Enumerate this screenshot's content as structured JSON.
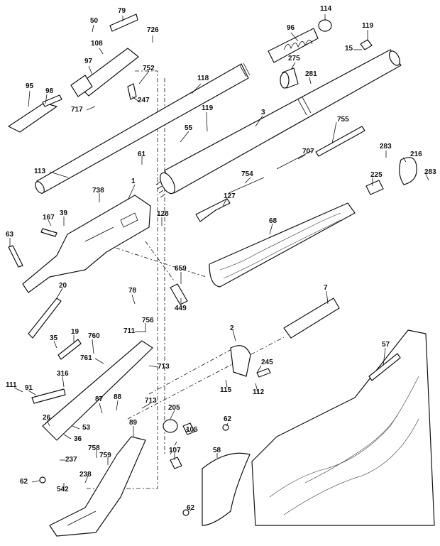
{
  "part_numbers": [
    "79",
    "50",
    "114",
    "726",
    "108",
    "96",
    "119",
    "97",
    "752",
    "15",
    "275",
    "95",
    "98",
    "118",
    "281",
    "717",
    "247",
    "119",
    "3",
    "755",
    "55",
    "707",
    "283",
    "216",
    "61",
    "113",
    "754",
    "225",
    "283",
    "1",
    "738",
    "127",
    "128",
    "167",
    "39",
    "68",
    "63",
    "659",
    "20",
    "449",
    "7",
    "78",
    "2",
    "711",
    "756",
    "19",
    "760",
    "35",
    "761",
    "57",
    "713",
    "316",
    "111",
    "91",
    "245",
    "115",
    "112",
    "87",
    "88",
    "713",
    "205",
    "26",
    "53",
    "89",
    "36",
    "105",
    "62",
    "758",
    "237",
    "759",
    "107",
    "58",
    "238",
    "62",
    "542",
    "62"
  ]
}
